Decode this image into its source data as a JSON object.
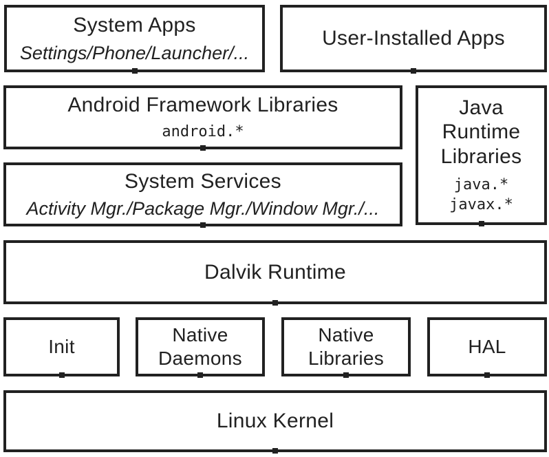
{
  "diagram": {
    "boxes": {
      "system_apps": {
        "title": "System Apps",
        "subtitle": "Settings/Phone/Launcher/..."
      },
      "user_installed_apps": {
        "title": "User-Installed Apps"
      },
      "android_framework_libraries": {
        "title": "Android Framework Libraries",
        "package": "android.*"
      },
      "java_runtime_libraries": {
        "title_lines": [
          "Java",
          "Runtime",
          "Libraries"
        ],
        "package_lines": [
          "java.*",
          "javax.*"
        ]
      },
      "system_services": {
        "title": "System Services",
        "subtitle": "Activity Mgr./Package Mgr./Window Mgr./..."
      },
      "dalvik_runtime": {
        "title": "Dalvik Runtime"
      },
      "init": {
        "title": "Init"
      },
      "native_daemons": {
        "title_lines": [
          "Native",
          "Daemons"
        ]
      },
      "native_libraries": {
        "title_lines": [
          "Native",
          "Libraries"
        ]
      },
      "hal": {
        "title": "HAL"
      },
      "linux_kernel": {
        "title": "Linux Kernel"
      }
    },
    "colors": {
      "border": "#212121",
      "text": "#212121",
      "background": "#ffffff"
    }
  }
}
